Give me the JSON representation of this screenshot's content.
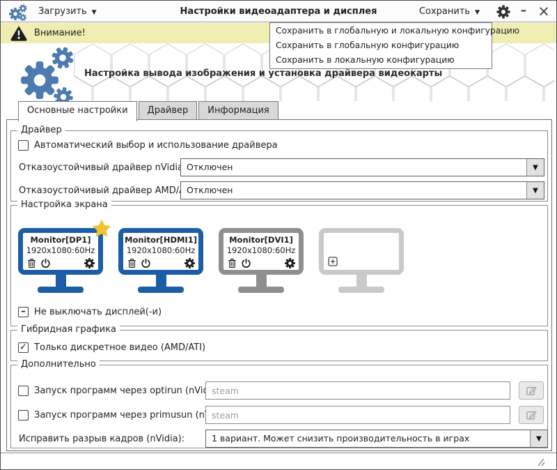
{
  "titlebar": {
    "load_label": "Загрузить",
    "title": "Настройки видеоадаптера и дисплея",
    "save_label": "Сохранить"
  },
  "warning_banner": {
    "text": "Внимание!"
  },
  "save_menu": {
    "items": [
      "Сохранить в глобальную и локальную конфигурацию",
      "Сохранить в глобальную конфигурацию",
      "Сохранить в локальную конфигурацию"
    ]
  },
  "header": {
    "subtitle": "Настройка вывода изображения и установка драйвера видеокарты"
  },
  "tabs": [
    {
      "label": "Основные настройки",
      "active": true
    },
    {
      "label": "Драйвер",
      "active": false
    },
    {
      "label": "Информация",
      "active": false
    }
  ],
  "driver_group": {
    "legend": "Драйвер",
    "auto_driver_label": "Автоматический выбор и использование драйвера",
    "nvidia_failsafe_label": "Отказоустойчивый драйвер nVidia:",
    "nvidia_failsafe_value": "Отключен",
    "amd_failsafe_label": "Отказоустойчивый драйвер AMD/ATI:",
    "amd_failsafe_value": "Отключен"
  },
  "screen_group": {
    "legend": "Настройка экрана",
    "monitors": [
      {
        "name": "Monitor[DP1]",
        "resolution": "1920x1080:60Hz",
        "state": "active-primary"
      },
      {
        "name": "Monitor[HDMI1]",
        "resolution": "1920x1080:60Hz",
        "state": "active"
      },
      {
        "name": "Monitor[DVI1]",
        "resolution": "1920x1080:60Hz",
        "state": "disabled"
      },
      {
        "name": "",
        "resolution": "",
        "state": "empty"
      }
    ],
    "keep_on_label": "Не выключать дисплей(-и)"
  },
  "hybrid_group": {
    "legend": "Гибридная графика",
    "discrete_only_label": "Только дискретное видео (AMD/ATI)"
  },
  "extra_group": {
    "legend": "Дополнительно",
    "optirun_label": "Запуск программ через optirun (nVidia):",
    "optirun_placeholder": "steam",
    "primusun_label": "Запуск программ через primusun (nVidia):",
    "primusun_placeholder": "steam",
    "tearfix_label": "Исправить разрыв кадров (nVidia):",
    "tearfix_value": "1 вариант. Может снизить производительность в играх"
  },
  "icons": {
    "dropdown_arrow": "▼",
    "check": "✓",
    "indeterminate": "–",
    "minimize": "–",
    "close": "×"
  },
  "colors": {
    "accent_blue": "#1b5ea6",
    "logo_blue": "#4d7bb0",
    "warning_bg": "#f0edb2",
    "star_gold": "#efc32f",
    "monitor_disabled": "#8f8f8f",
    "monitor_empty": "#c9c9c9"
  }
}
